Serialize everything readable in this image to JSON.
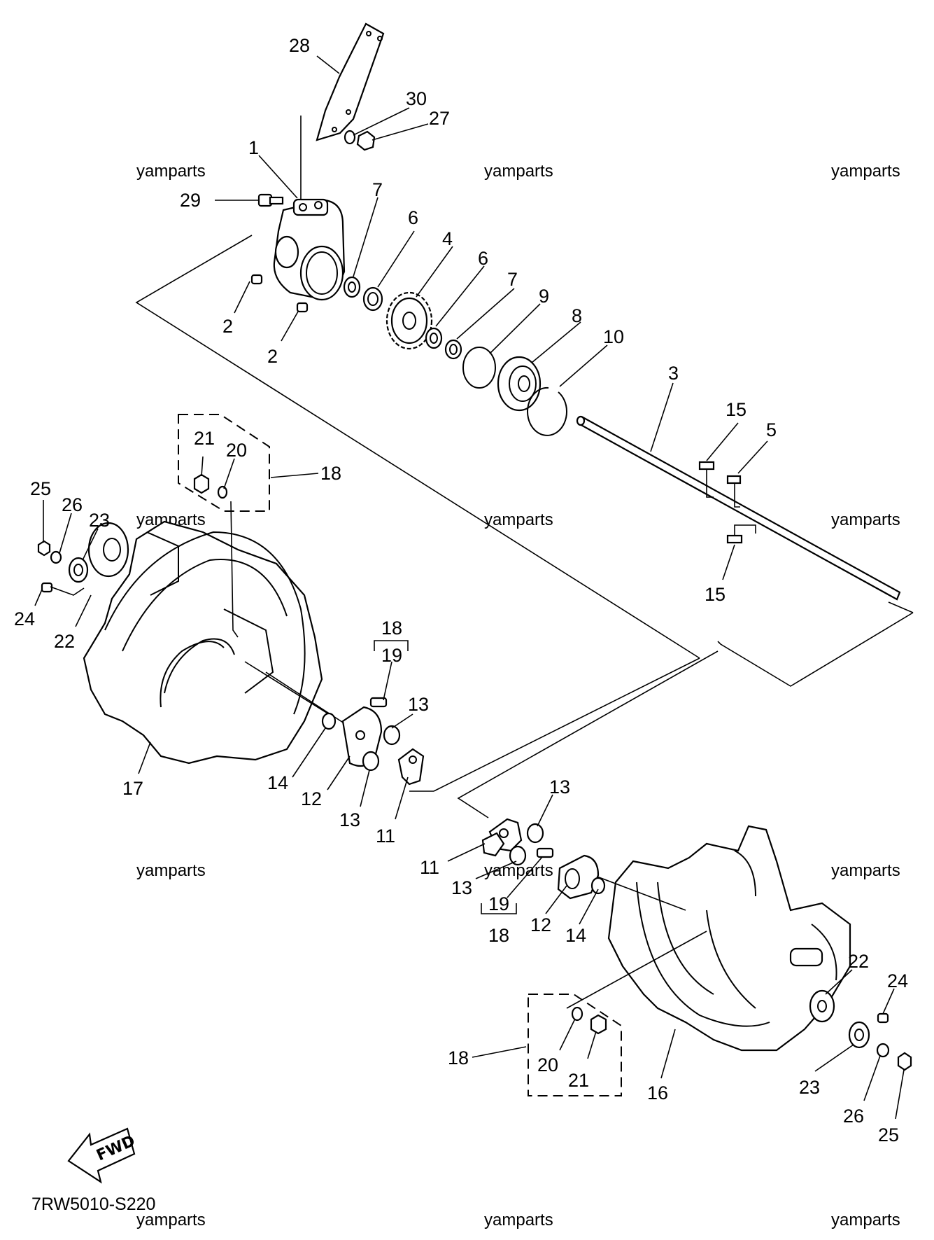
{
  "diagram": {
    "drawing_code": "7RW5010-S220",
    "fwd_label": "FWD",
    "watermarks": [
      "yamparts",
      "yamparts",
      "yamparts",
      "yamparts",
      "yamparts",
      "yamparts",
      "yamparts",
      "yamparts",
      "yamparts",
      "yamparts",
      "yamparts",
      "yamparts"
    ],
    "callouts": [
      "28",
      "30",
      "27",
      "1",
      "29",
      "7",
      "6",
      "4",
      "6",
      "7",
      "9",
      "8",
      "10",
      "2",
      "2",
      "3",
      "15",
      "5",
      "15",
      "21",
      "20",
      "18",
      "25",
      "26",
      "23",
      "24",
      "22",
      "17",
      "18",
      "19",
      "13",
      "14",
      "12",
      "13",
      "11",
      "13",
      "11",
      "13",
      "19",
      "18",
      "12",
      "14",
      "22",
      "24",
      "18",
      "20",
      "21",
      "16",
      "23",
      "26",
      "25"
    ]
  }
}
